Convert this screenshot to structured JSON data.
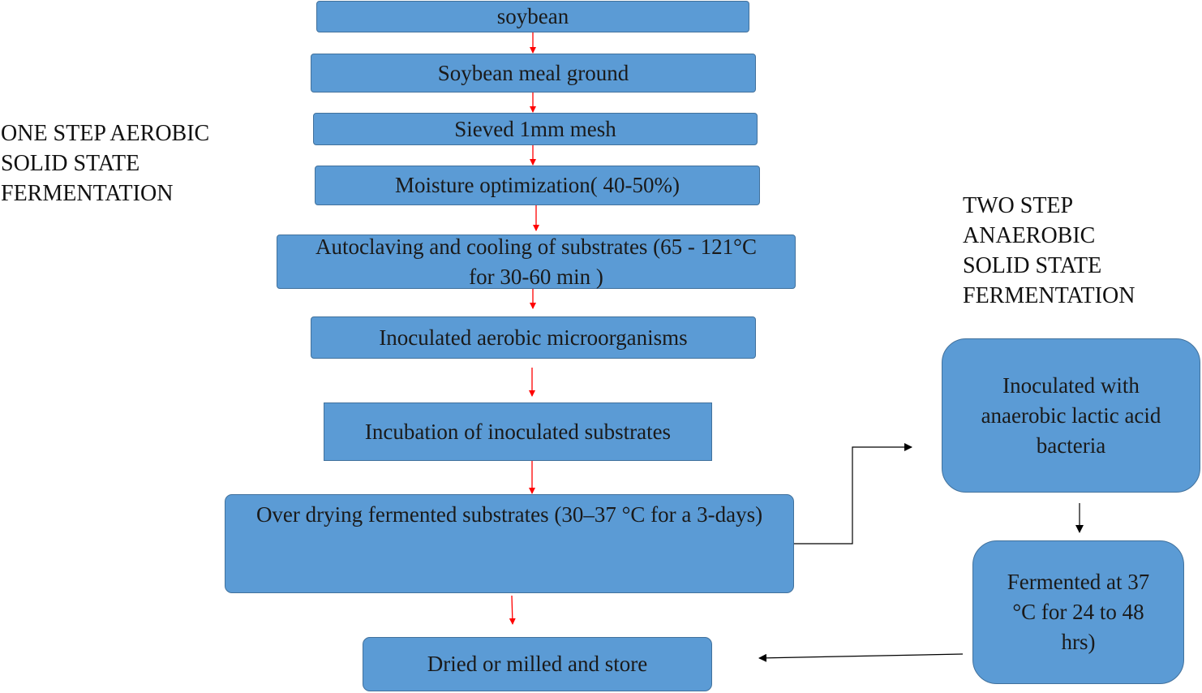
{
  "aerobic_label": "ONE STEP AEROBIC\nSOLID STATE\nFERMENTATION",
  "anaerobic_label": "TWO STEP\nANAEROBIC\nSOLID STATE\nFERMENTATION",
  "steps": {
    "soybean": "soybean",
    "ground": "Soybean meal ground",
    "sieved": "Sieved 1mm mesh",
    "moisture": "Moisture optimization( 40-50%)",
    "autoclave": "Autoclaving and cooling of substrates (65 - 121°C  for 30-60 min )",
    "inoculated_aerobic": "Inoculated aerobic microorganisms",
    "incubation": "Incubation of inoculated substrates",
    "drying": "Over drying fermented substrates (30–37 °C for a 3-days)",
    "store": "Dried or milled and store",
    "inoculated_lab": "Inoculated with anaerobic lactic acid bacteria",
    "fermented": "Fermented at 37 °C for 24 to 48 hrs)"
  },
  "colors": {
    "box_fill": "#5b9bd5",
    "box_border": "#41719c",
    "arrow_red": "#ff0000",
    "arrow_black": "#000000"
  }
}
